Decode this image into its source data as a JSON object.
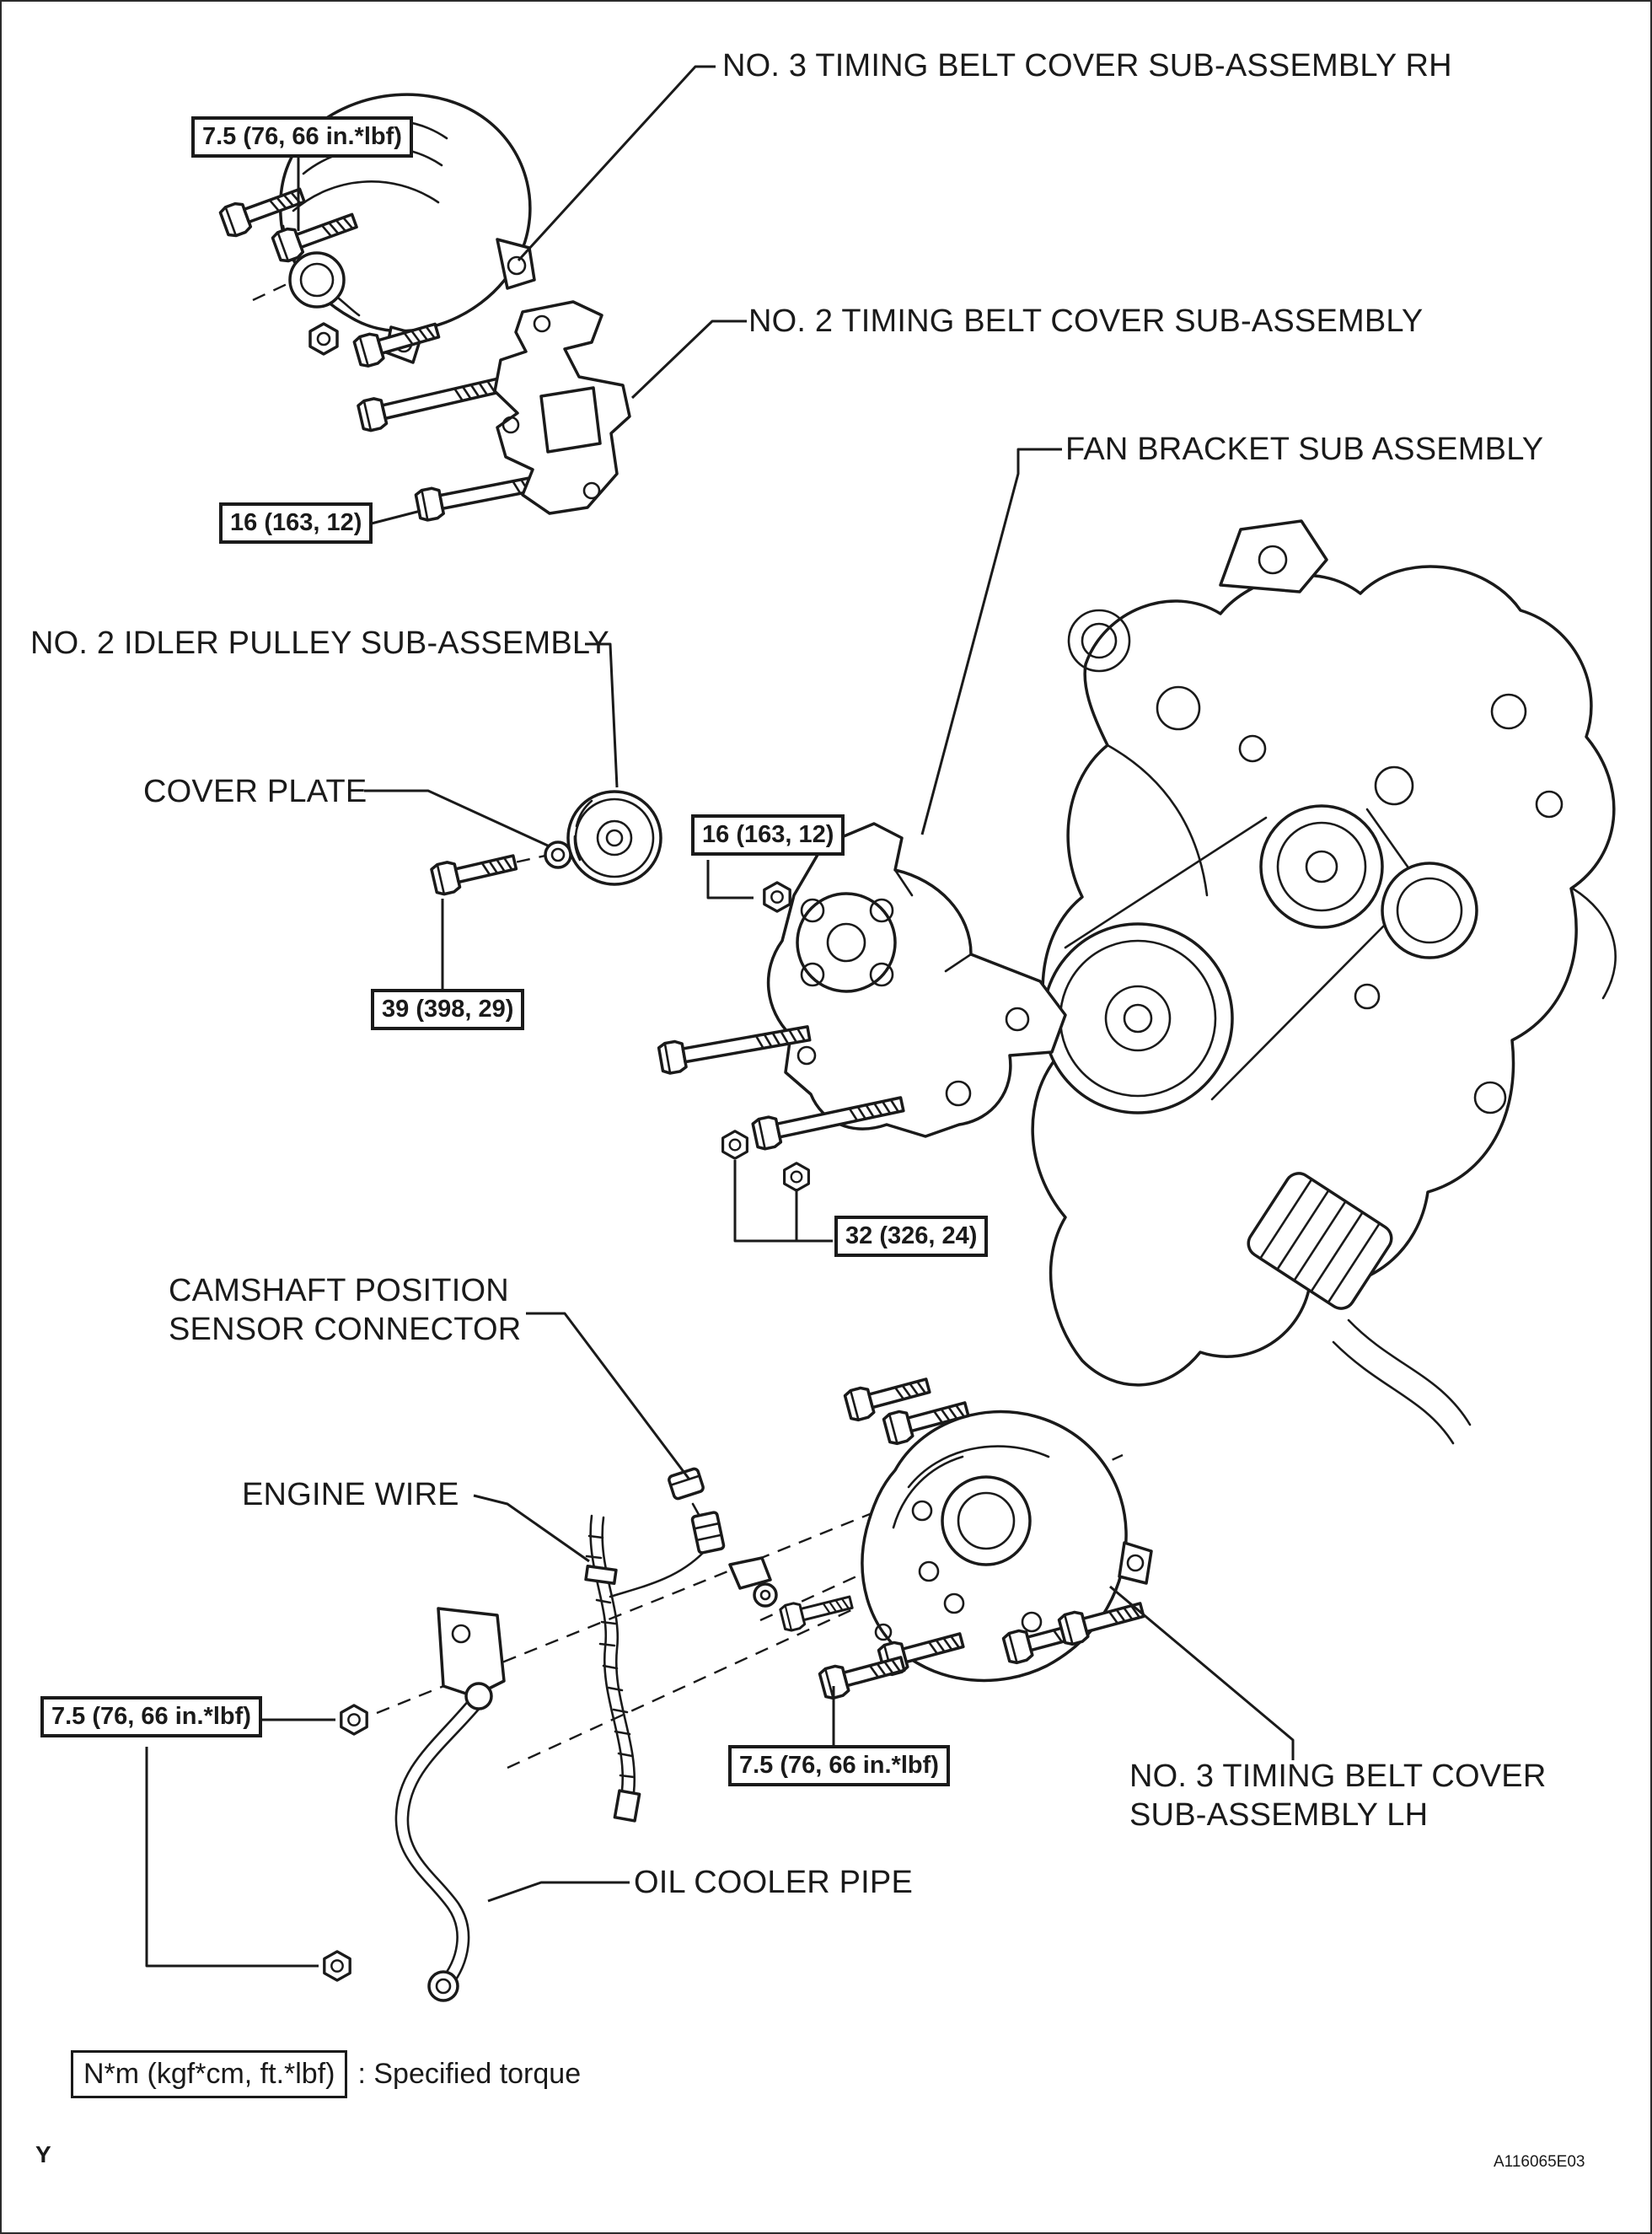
{
  "diagram": {
    "labels": {
      "no3_cover_rh": "NO. 3 TIMING BELT COVER SUB-ASSEMBLY RH",
      "no2_cover": "NO. 2 TIMING BELT COVER SUB-ASSEMBLY",
      "fan_bracket": "FAN BRACKET SUB ASSEMBLY",
      "no2_idler_pulley": "NO. 2 IDLER PULLEY SUB-ASSEMBLY",
      "cover_plate": "COVER PLATE",
      "camshaft_sensor_line1": "CAMSHAFT POSITION",
      "camshaft_sensor_line2": "SENSOR CONNECTOR",
      "engine_wire": "ENGINE WIRE",
      "no3_cover_lh_line1": "NO. 3 TIMING BELT COVER",
      "no3_cover_lh_line2": "SUB-ASSEMBLY LH",
      "oil_cooler_pipe": "OIL COOLER PIPE"
    },
    "torques": {
      "t75_top": "7.5 (76, 66 in.*lbf)",
      "t16_top": "16 (163, 12)",
      "t16_mid": "16 (163, 12)",
      "t39": "39 (398, 29)",
      "t32": "32 (326, 24)",
      "t75_left": "7.5 (76, 66 in.*lbf)",
      "t75_mid": "7.5 (76, 66 in.*lbf)"
    },
    "legend": {
      "box": "N*m (kgf*cm, ft.*lbf)",
      "text": ": Specified torque"
    },
    "footer": {
      "left": "Y",
      "right": "A116065E03"
    },
    "colors": {
      "line": "#1a1a1a",
      "background": "#ffffff"
    }
  }
}
